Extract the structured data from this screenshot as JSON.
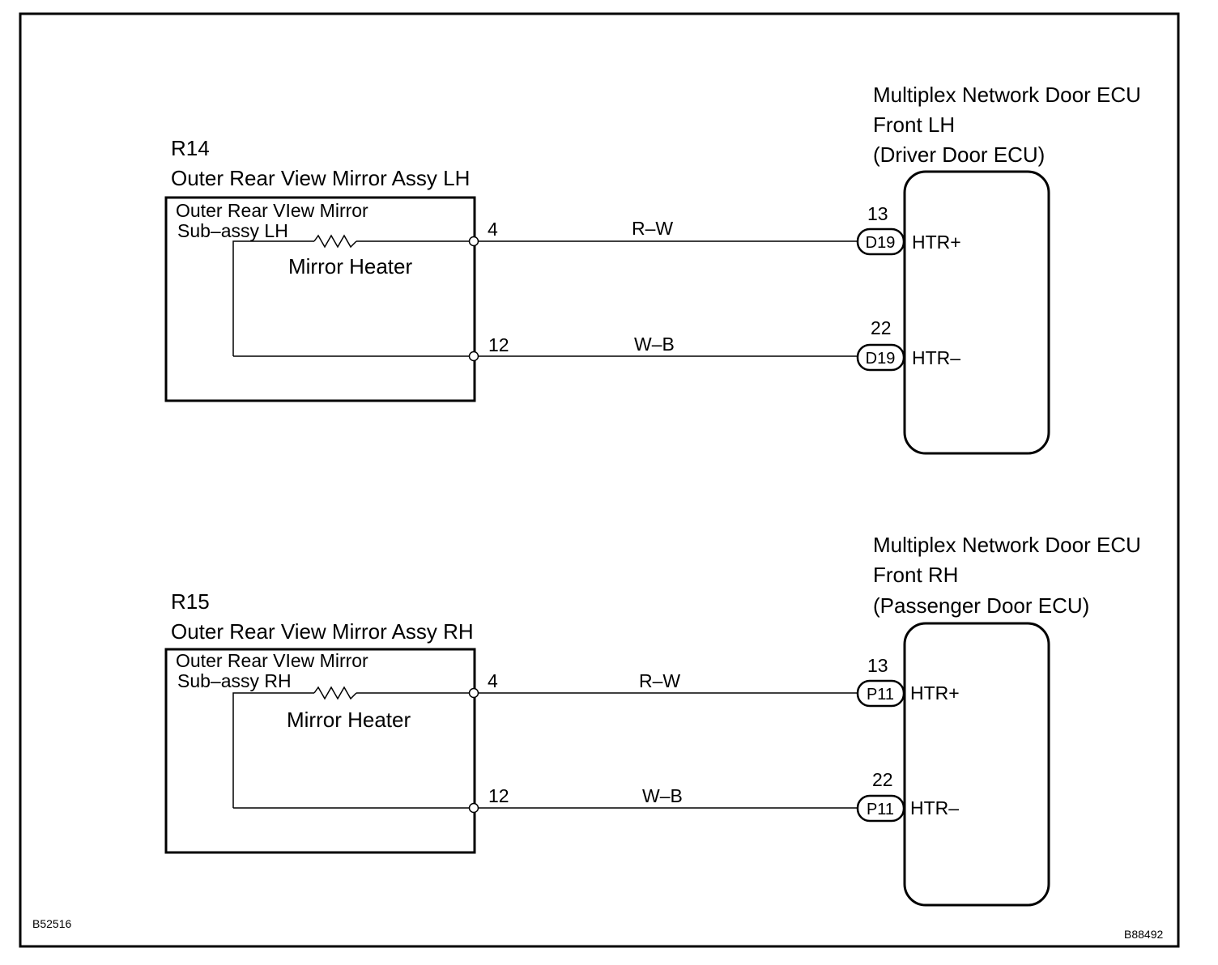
{
  "figure_ids": {
    "left": "B52516",
    "right": "B88492"
  },
  "circuits": [
    {
      "connector_code": "R14",
      "component_title": "Outer Rear View Mirror Assy LH",
      "sub_line1": "Outer Rear VIew Mirror",
      "sub_line2": "Sub–assy LH",
      "heater_label": "Mirror Heater",
      "pins": [
        {
          "pin": "4",
          "wire_color": "R–W",
          "ecu_pin": "13",
          "ecu_connector": "D19",
          "ecu_terminal": "HTR+"
        },
        {
          "pin": "12",
          "wire_color": "W–B",
          "ecu_pin": "22",
          "ecu_connector": "D19",
          "ecu_terminal": "HTR–"
        }
      ],
      "ecu_line1": "Multiplex Network Door ECU",
      "ecu_line2": "Front LH",
      "ecu_line3": "(Driver Door ECU)"
    },
    {
      "connector_code": "R15",
      "component_title": "Outer Rear View Mirror Assy RH",
      "sub_line1": "Outer Rear VIew Mirror",
      "sub_line2": "Sub–assy RH",
      "heater_label": "Mirror Heater",
      "pins": [
        {
          "pin": "4",
          "wire_color": "R–W",
          "ecu_pin": "13",
          "ecu_connector": "P11",
          "ecu_terminal": "HTR+"
        },
        {
          "pin": "12",
          "wire_color": "W–B",
          "ecu_pin": "22",
          "ecu_connector": "P11",
          "ecu_terminal": "HTR–"
        }
      ],
      "ecu_line1": "Multiplex Network Door ECU",
      "ecu_line2": "Front RH",
      "ecu_line3": "(Passenger Door ECU)"
    }
  ]
}
